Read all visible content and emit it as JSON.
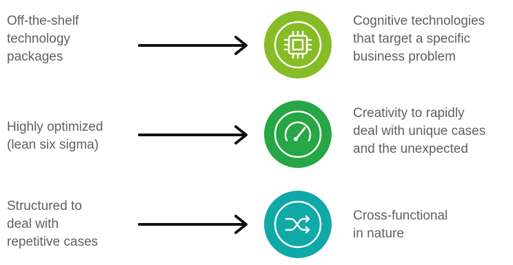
{
  "rows": [
    {
      "left_lines": [
        "Off-the-shelf",
        "technology",
        "packages"
      ],
      "icon": "chip-icon",
      "color": "#86bc25",
      "right_lines": [
        "Cognitive technologies",
        "that target a specific",
        "business problem"
      ]
    },
    {
      "left_lines": [
        "Highly optimized",
        "(lean six sigma)"
      ],
      "icon": "speedometer-icon",
      "color": "#26a644",
      "right_lines": [
        "Creativity to rapidly",
        "deal with unique cases",
        "and the unexpected"
      ]
    },
    {
      "left_lines": [
        "Structured to",
        "deal with",
        "repetitive cases"
      ],
      "icon": "shuffle-icon",
      "color": "#0fa9a8",
      "right_lines": [
        "Cross-functional",
        "in nature"
      ]
    }
  ]
}
